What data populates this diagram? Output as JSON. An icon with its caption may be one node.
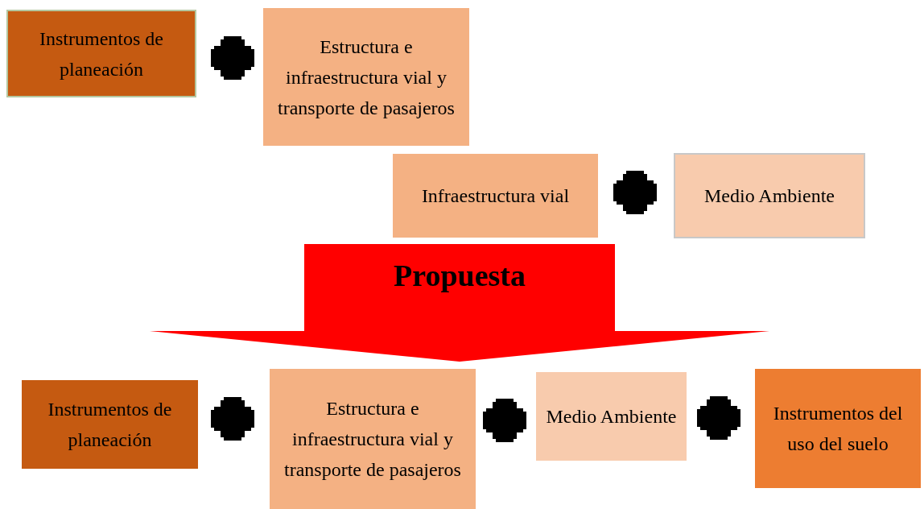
{
  "diagram": {
    "nodes": [
      {
        "text": [
          "Instrumentos de planeación"
        ]
      },
      {
        "text": [
          "Estructura e infraestructura vial y transporte de pasajeros"
        ]
      },
      {
        "text": [
          "Infraestructura vial"
        ]
      },
      {
        "text": [
          "Medio Ambiente"
        ]
      },
      {
        "text": [
          "Propuesta"
        ]
      },
      {
        "text": [
          "Instrumentos de planeación"
        ]
      },
      {
        "text": [
          "Estructura e infraestructura vial y transporte de pasajeros"
        ]
      },
      {
        "text": [
          "Medio Ambiente"
        ]
      },
      {
        "text": [
          "Instrumentos del uso del suelo"
        ]
      }
    ]
  }
}
